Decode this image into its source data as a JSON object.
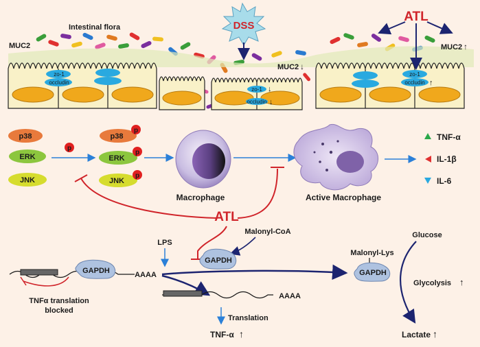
{
  "colors": {
    "background": "#fdf1e7",
    "cell": "#f9f1c8",
    "nucleus": "#f0a81c",
    "tight_junction": "#29a9e0",
    "inhibit": "#d0242a",
    "arrow_blue": "#2b80d8",
    "arrow_navy": "#1c2470",
    "p38": "#e87a3c",
    "erk": "#8cc63e",
    "jnk": "#d6dc2e",
    "phospho": "#e02020",
    "gapdh": "#aec2e0",
    "dss_burst": "#a8dcea",
    "dss_text": "#d0242a",
    "atl_text": "#d0242a"
  },
  "top": {
    "intestinal_flora": "Intestinal flora",
    "muc2_left": "MUC2",
    "muc2_mid": "MUC2",
    "muc2_right": "MUC2",
    "dss": "DSS",
    "atl": "ATL",
    "zo1": "zo-1",
    "occludin": "occludin",
    "up_arrow": "↑",
    "down_arrow": "↓"
  },
  "middle": {
    "p38": "p38",
    "erk": "ERK",
    "jnk": "JNK",
    "p": "p",
    "macrophage": "Macrophage",
    "active_macrophage": "Active Macrophage",
    "atl": "ATL",
    "cytokines": [
      "TNF-α",
      "IL-1β",
      "IL-6"
    ]
  },
  "bottom": {
    "lps": "LPS",
    "malonyl_coa": "Malonyl-CoA",
    "gapdh": "GAPDH",
    "poly_a": "AAAA",
    "tnf_blocked_1": "TNFα translation",
    "tnf_blocked_2": "blocked",
    "translation": "Translation",
    "tnf_alpha": "TNF-α",
    "malonyl_lys": "Malonyl-Lys",
    "glucose": "Glucose",
    "glycolysis": "Glycolysis",
    "lactate": "Lactate",
    "up_arrow": "↑"
  }
}
